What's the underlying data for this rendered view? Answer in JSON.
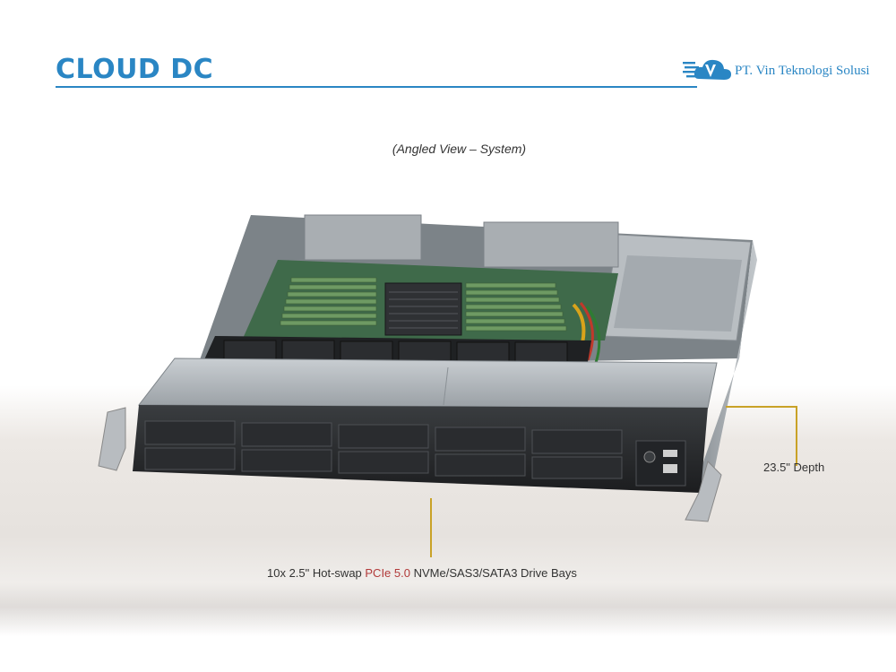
{
  "header": {
    "title": "CLOUD DC",
    "company": "PT. Vin Teknologi Solusi"
  },
  "caption": "(Angled View – System)",
  "callouts": {
    "depth": "23.5\" Depth",
    "bays_prefix": "10x 2.5\" Hot-swap ",
    "bays_highlight": "PCIe 5.0",
    "bays_suffix": " NVMe/SAS3/SATA3 Drive Bays"
  },
  "colors": {
    "brand": "#2a86c4",
    "callout_line": "#c9a227",
    "highlight": "#b23a3a"
  },
  "icons": {
    "logo": "cloud-v-logo-icon"
  }
}
